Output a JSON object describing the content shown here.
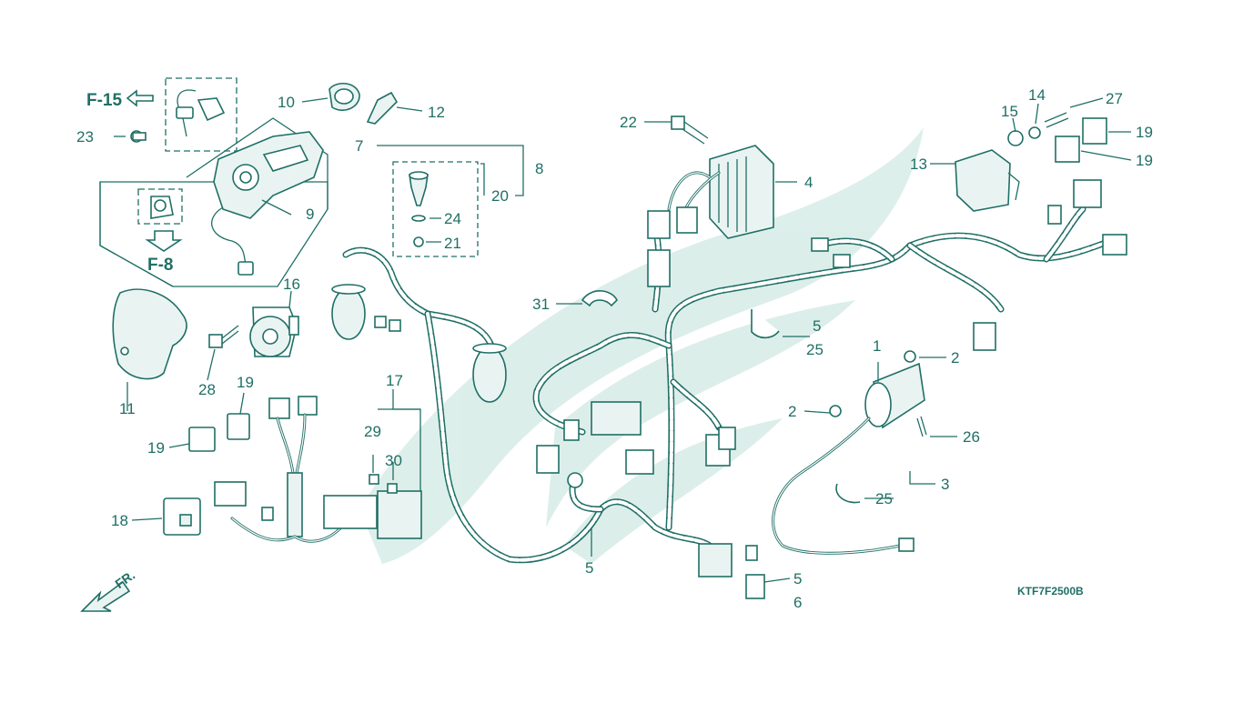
{
  "diagram": {
    "code": "KTF7F2500B",
    "refs": {
      "f15": "F-15",
      "f8": "F-8",
      "fr": "FR."
    },
    "callouts": {
      "n1": "1",
      "n2a": "2",
      "n2b": "2",
      "n3": "3",
      "n4": "4",
      "n5a": "5",
      "n5b": "5",
      "n5c": "5",
      "n6": "6",
      "n7": "7",
      "n8": "8",
      "n9": "9",
      "n10": "10",
      "n11": "11",
      "n12": "12",
      "n13": "13",
      "n14": "14",
      "n15": "15",
      "n16": "16",
      "n17": "17",
      "n18": "18",
      "n19a": "19",
      "n19b": "19",
      "n19c": "19",
      "n19d": "19",
      "n20": "20",
      "n21": "21",
      "n22": "22",
      "n23": "23",
      "n24": "24",
      "n25a": "25",
      "n25b": "25",
      "n26": "26",
      "n27": "27",
      "n28": "28",
      "n29": "29",
      "n30": "30",
      "n31": "31"
    }
  },
  "colors": {
    "line": "#1f6f66",
    "watermark": "#d9ede8",
    "background": "#ffffff"
  }
}
